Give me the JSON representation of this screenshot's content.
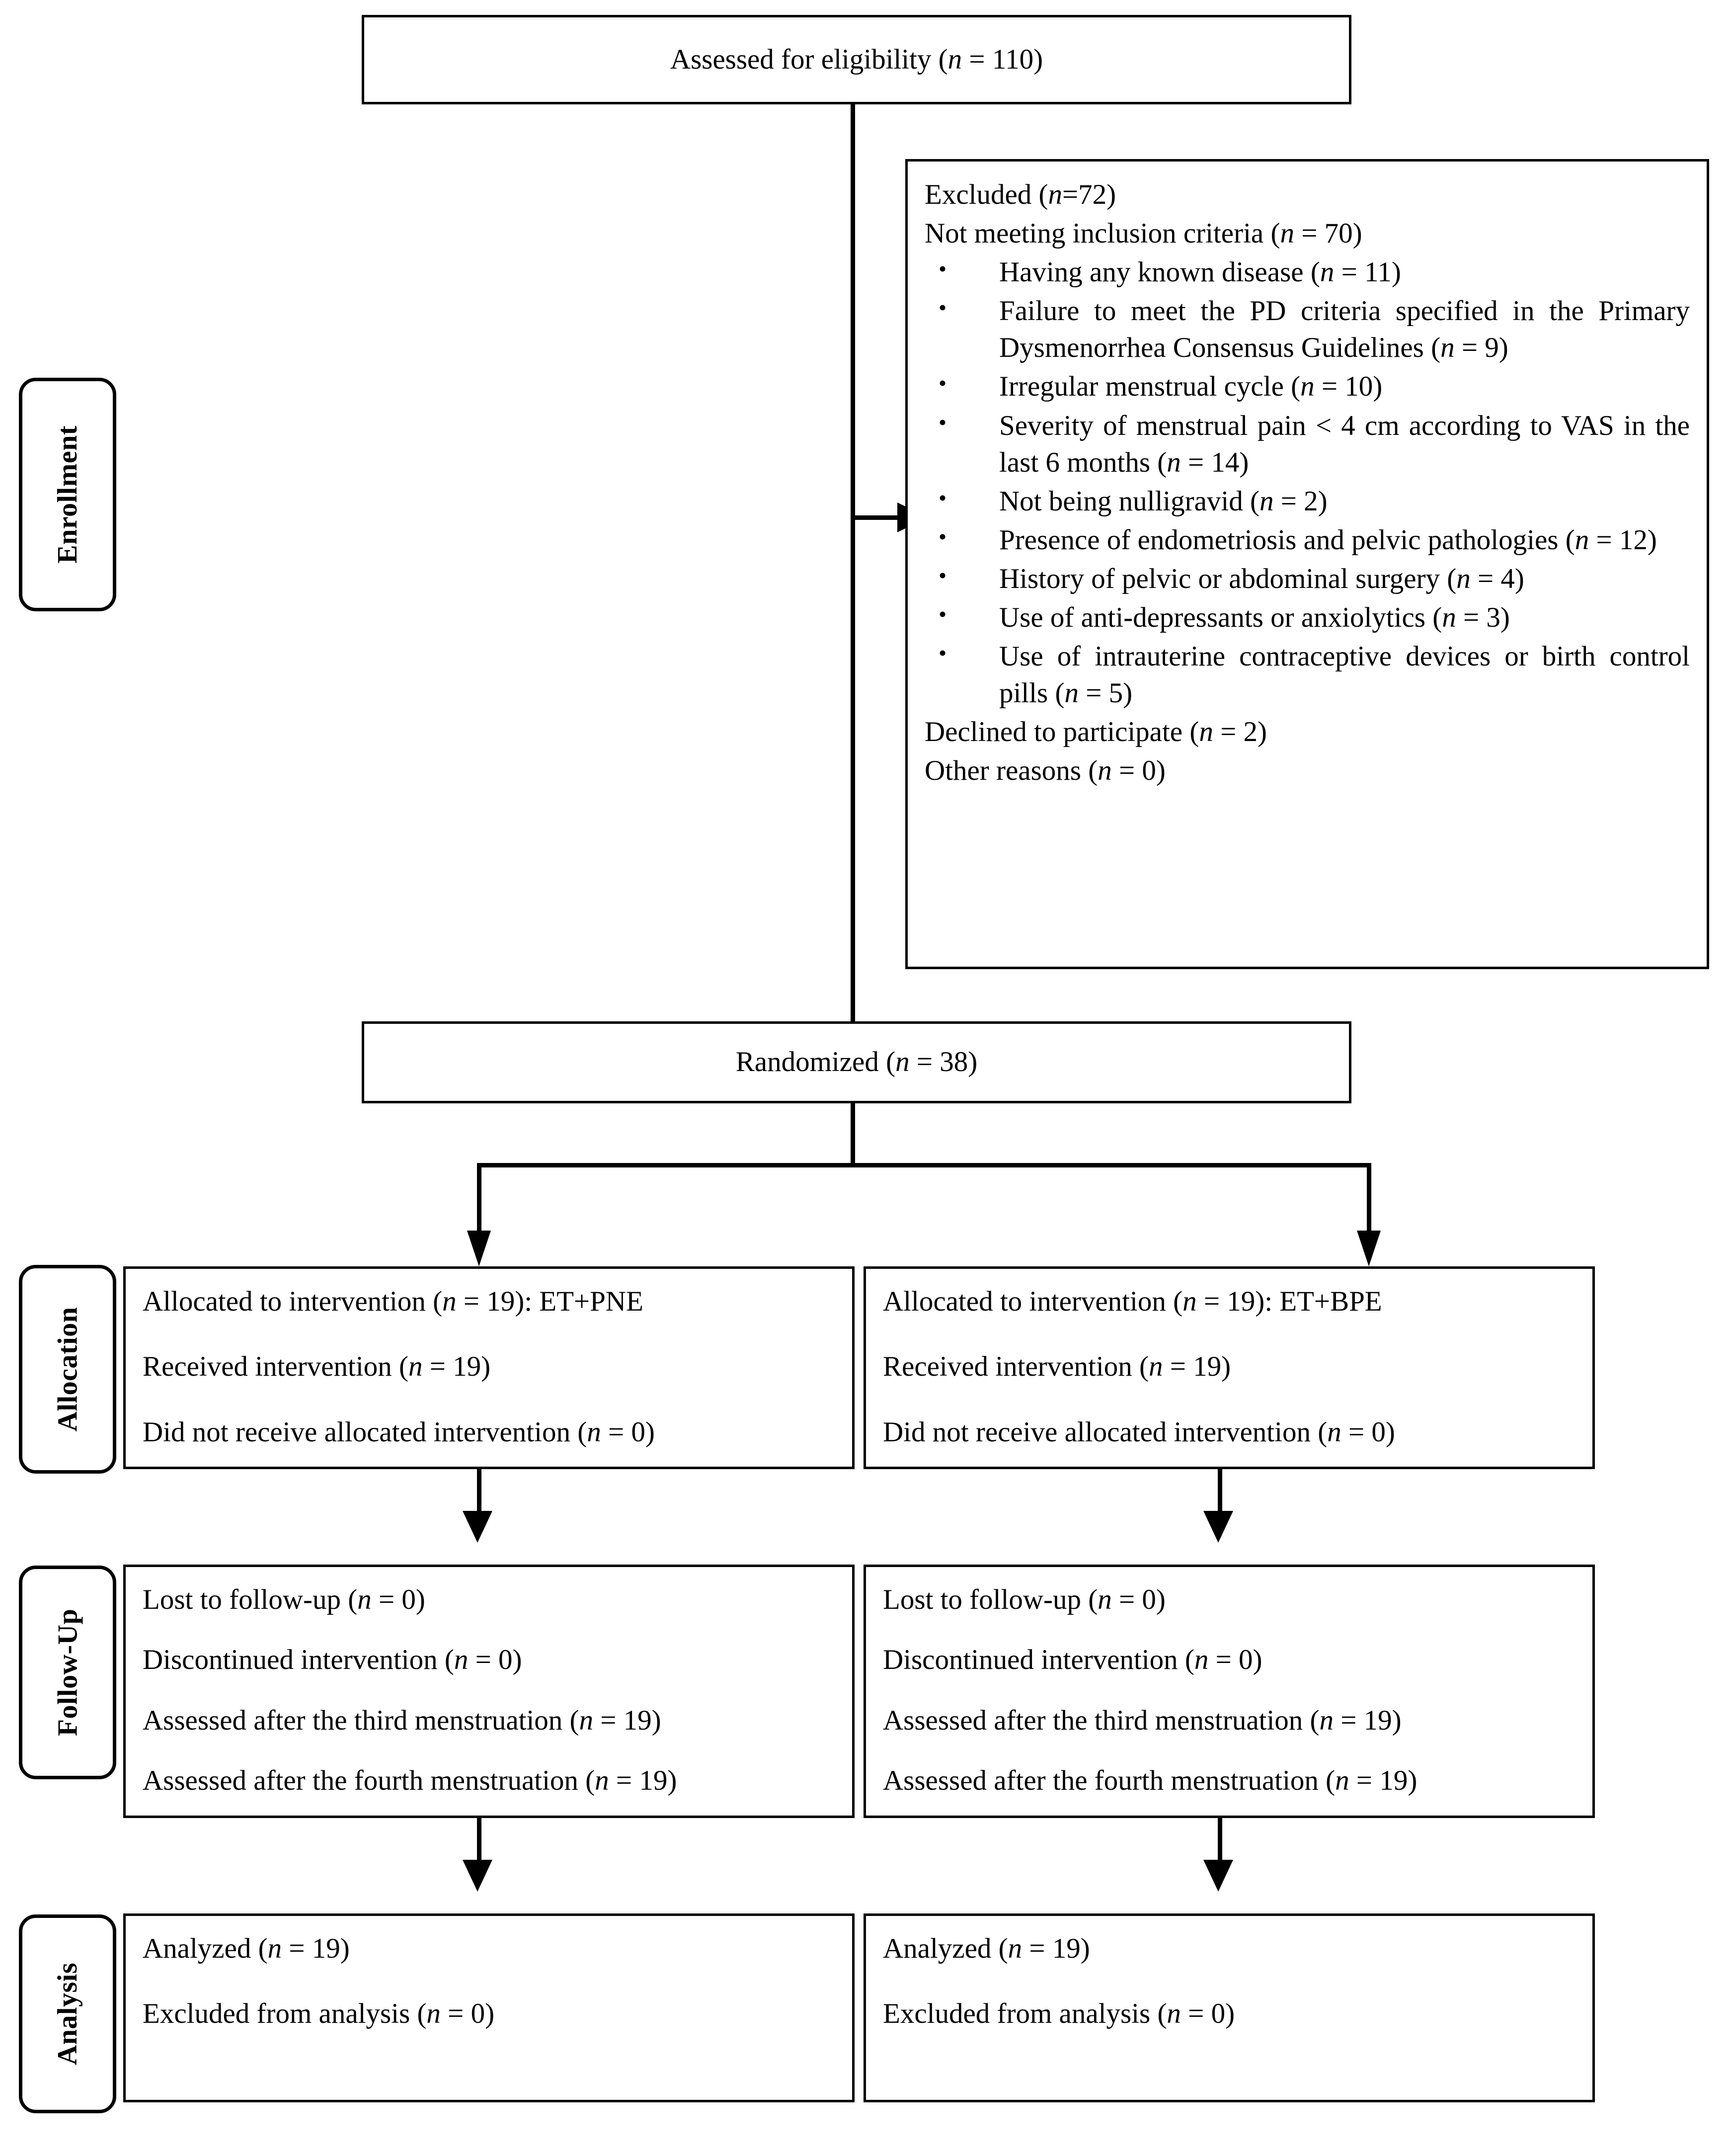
{
  "diagram": {
    "type": "consort-flow-diagram",
    "title": "CONSORT participant flow"
  },
  "stages": [
    {
      "id": "enrollment",
      "label": "Enrollment"
    },
    {
      "id": "allocation",
      "label": "Allocation"
    },
    {
      "id": "followup",
      "label": "Follow-Up"
    },
    {
      "id": "analysis",
      "label": "Analysis"
    }
  ],
  "enrollment": {
    "assessed": {
      "text_plain": "Assessed for eligibility (n = 110)",
      "label": "Assessed for eligibility (",
      "n_italic": "n",
      "value": " = 110)",
      "n": 110
    },
    "excluded": {
      "heading_label": "Excluded (",
      "heading_n_italic": "n",
      "heading_value": "=72)",
      "heading_plain": "Excluded (n=72)",
      "n": 72,
      "not_meeting_label": "Not meeting inclusion criteria (",
      "not_meeting_n_italic": "n",
      "not_meeting_value": " = 70)",
      "not_meeting_plain": "Not meeting inclusion criteria (n = 70)",
      "not_meeting_n": 70,
      "reasons": [
        {
          "text": "Having any known disease (",
          "n_italic": "n",
          "value": " = 11)",
          "plain": "Having any known disease (n = 11)",
          "n": 11
        },
        {
          "text": "Failure to meet the PD criteria specified in the Primary Dysmenorrhea Consensus Guidelines (",
          "n_italic": "n",
          "value": " = 9)",
          "plain": "Failure to meet the PD criteria specified in the Primary Dysmenorrhea Consensus Guidelines (n = 9)",
          "n": 9
        },
        {
          "text": "Irregular menstrual cycle (",
          "n_italic": "n",
          "value": " = 10)",
          "plain": "Irregular menstrual cycle (n = 10)",
          "n": 10
        },
        {
          "text": "Severity of menstrual pain < 4 cm according to VAS in the last 6 months (",
          "n_italic": "n",
          "value": " = 14)",
          "plain": "Severity of menstrual pain < 4 cm according to VAS in the last 6 months (n = 14)",
          "n": 14
        },
        {
          "text": "Not being nulligravid (",
          "n_italic": "n",
          "value": " = 2)",
          "plain": "Not being nulligravid (n = 2)",
          "n": 2
        },
        {
          "text": "Presence of endometriosis and pelvic pathologies (",
          "n_italic": "n",
          "value": " = 12)",
          "plain": "Presence of endometriosis and pelvic pathologies (n = 12)",
          "n": 12
        },
        {
          "text": "History of pelvic or abdominal surgery (",
          "n_italic": "n",
          "value": " = 4)",
          "plain": "History of pelvic or abdominal surgery (n = 4)",
          "n": 4
        },
        {
          "text": "Use of anti-depressants or anxiolytics (",
          "n_italic": "n",
          "value": " = 3)",
          "plain": "Use of anti-depressants or anxiolytics (n = 3)",
          "n": 3
        },
        {
          "text": "Use of intrauterine contraceptive devices or birth control pills (",
          "n_italic": "n",
          "value": " = 5)",
          "plain": "Use of intrauterine contraceptive devices or birth control pills (n = 5)",
          "n": 5
        }
      ],
      "declined_label": "Declined to participate (",
      "declined_n_italic": "n",
      "declined_value": " = 2)",
      "declined_plain": "Declined to participate (n = 2)",
      "declined_n": 2,
      "other_label": "Other reasons (",
      "other_n_italic": "n",
      "other_value": " = 0)",
      "other_plain": "Other reasons (n = 0)",
      "other_n": 0
    },
    "randomized": {
      "label": "Randomized (",
      "n_italic": "n",
      "value": " = 38)",
      "plain": "Randomized (n = 38)",
      "n": 38
    }
  },
  "arms": [
    {
      "id": "left",
      "allocation": {
        "lines": [
          {
            "label": "Allocated to intervention (",
            "n_italic": "n",
            "value": " = 19): ET+PNE",
            "plain": "Allocated to intervention (n = 19): ET+PNE"
          },
          {
            "label": "Received intervention (",
            "n_italic": "n",
            "value": " = 19)",
            "plain": "Received intervention (n = 19)"
          },
          {
            "label": "Did not receive allocated intervention (",
            "n_italic": "n",
            "value": " = 0)",
            "plain": "Did not receive allocated intervention (n = 0)"
          }
        ]
      },
      "followup": {
        "lines": [
          {
            "label": "Lost to follow-up (",
            "n_italic": "n",
            "value": " = 0)",
            "plain": "Lost to follow-up (n = 0)"
          },
          {
            "label": "Discontinued intervention (",
            "n_italic": "n",
            "value": " = 0)",
            "plain": "Discontinued intervention (n = 0)"
          },
          {
            "label": "Assessed after the third menstruation (",
            "n_italic": "n",
            "value": " = 19)",
            "plain": "Assessed after the third menstruation (n = 19)"
          },
          {
            "label": "Assessed after the fourth menstruation (",
            "n_italic": "n",
            "value": " = 19)",
            "plain": "Assessed after the fourth menstruation (n = 19)"
          }
        ]
      },
      "analysis": {
        "lines": [
          {
            "label": "Analyzed (",
            "n_italic": "n",
            "value": " = 19)",
            "plain": "Analyzed (n = 19)"
          },
          {
            "label": "Excluded from analysis (",
            "n_italic": "n",
            "value": " = 0)",
            "plain": "Excluded from analysis (n = 0)"
          }
        ]
      }
    },
    {
      "id": "right",
      "allocation": {
        "lines": [
          {
            "label": "Allocated to intervention (",
            "n_italic": "n",
            "value": " = 19): ET+BPE",
            "plain": "Allocated to intervention (n = 19): ET+BPE"
          },
          {
            "label": "Received intervention (",
            "n_italic": "n",
            "value": " = 19)",
            "plain": "Received intervention (n = 19)"
          },
          {
            "label": "Did not receive allocated intervention (",
            "n_italic": "n",
            "value": " = 0)",
            "plain": "Did not receive allocated intervention (n = 0)"
          }
        ]
      },
      "followup": {
        "lines": [
          {
            "label": "Lost to follow-up (",
            "n_italic": "n",
            "value": " = 0)",
            "plain": "Lost to follow-up (n = 0)"
          },
          {
            "label": "Discontinued intervention (",
            "n_italic": "n",
            "value": " = 0)",
            "plain": "Discontinued intervention (n = 0)"
          },
          {
            "label": "Assessed after the third menstruation (",
            "n_italic": "n",
            "value": " = 19)",
            "plain": "Assessed after the third menstruation (n = 19)"
          },
          {
            "label": "Assessed after the fourth menstruation (",
            "n_italic": "n",
            "value": " = 19)",
            "plain": "Assessed after the fourth menstruation (n = 19)"
          }
        ]
      },
      "analysis": {
        "lines": [
          {
            "label": "Analyzed (",
            "n_italic": "n",
            "value": " = 19)",
            "plain": "Analyzed (n = 19)"
          },
          {
            "label": "Excluded from analysis (",
            "n_italic": "n",
            "value": " = 0)",
            "plain": "Excluded from analysis (n = 0)"
          }
        ]
      }
    }
  ],
  "colors": {
    "stroke": "#000000",
    "background": "#ffffff",
    "text": "#000000"
  }
}
